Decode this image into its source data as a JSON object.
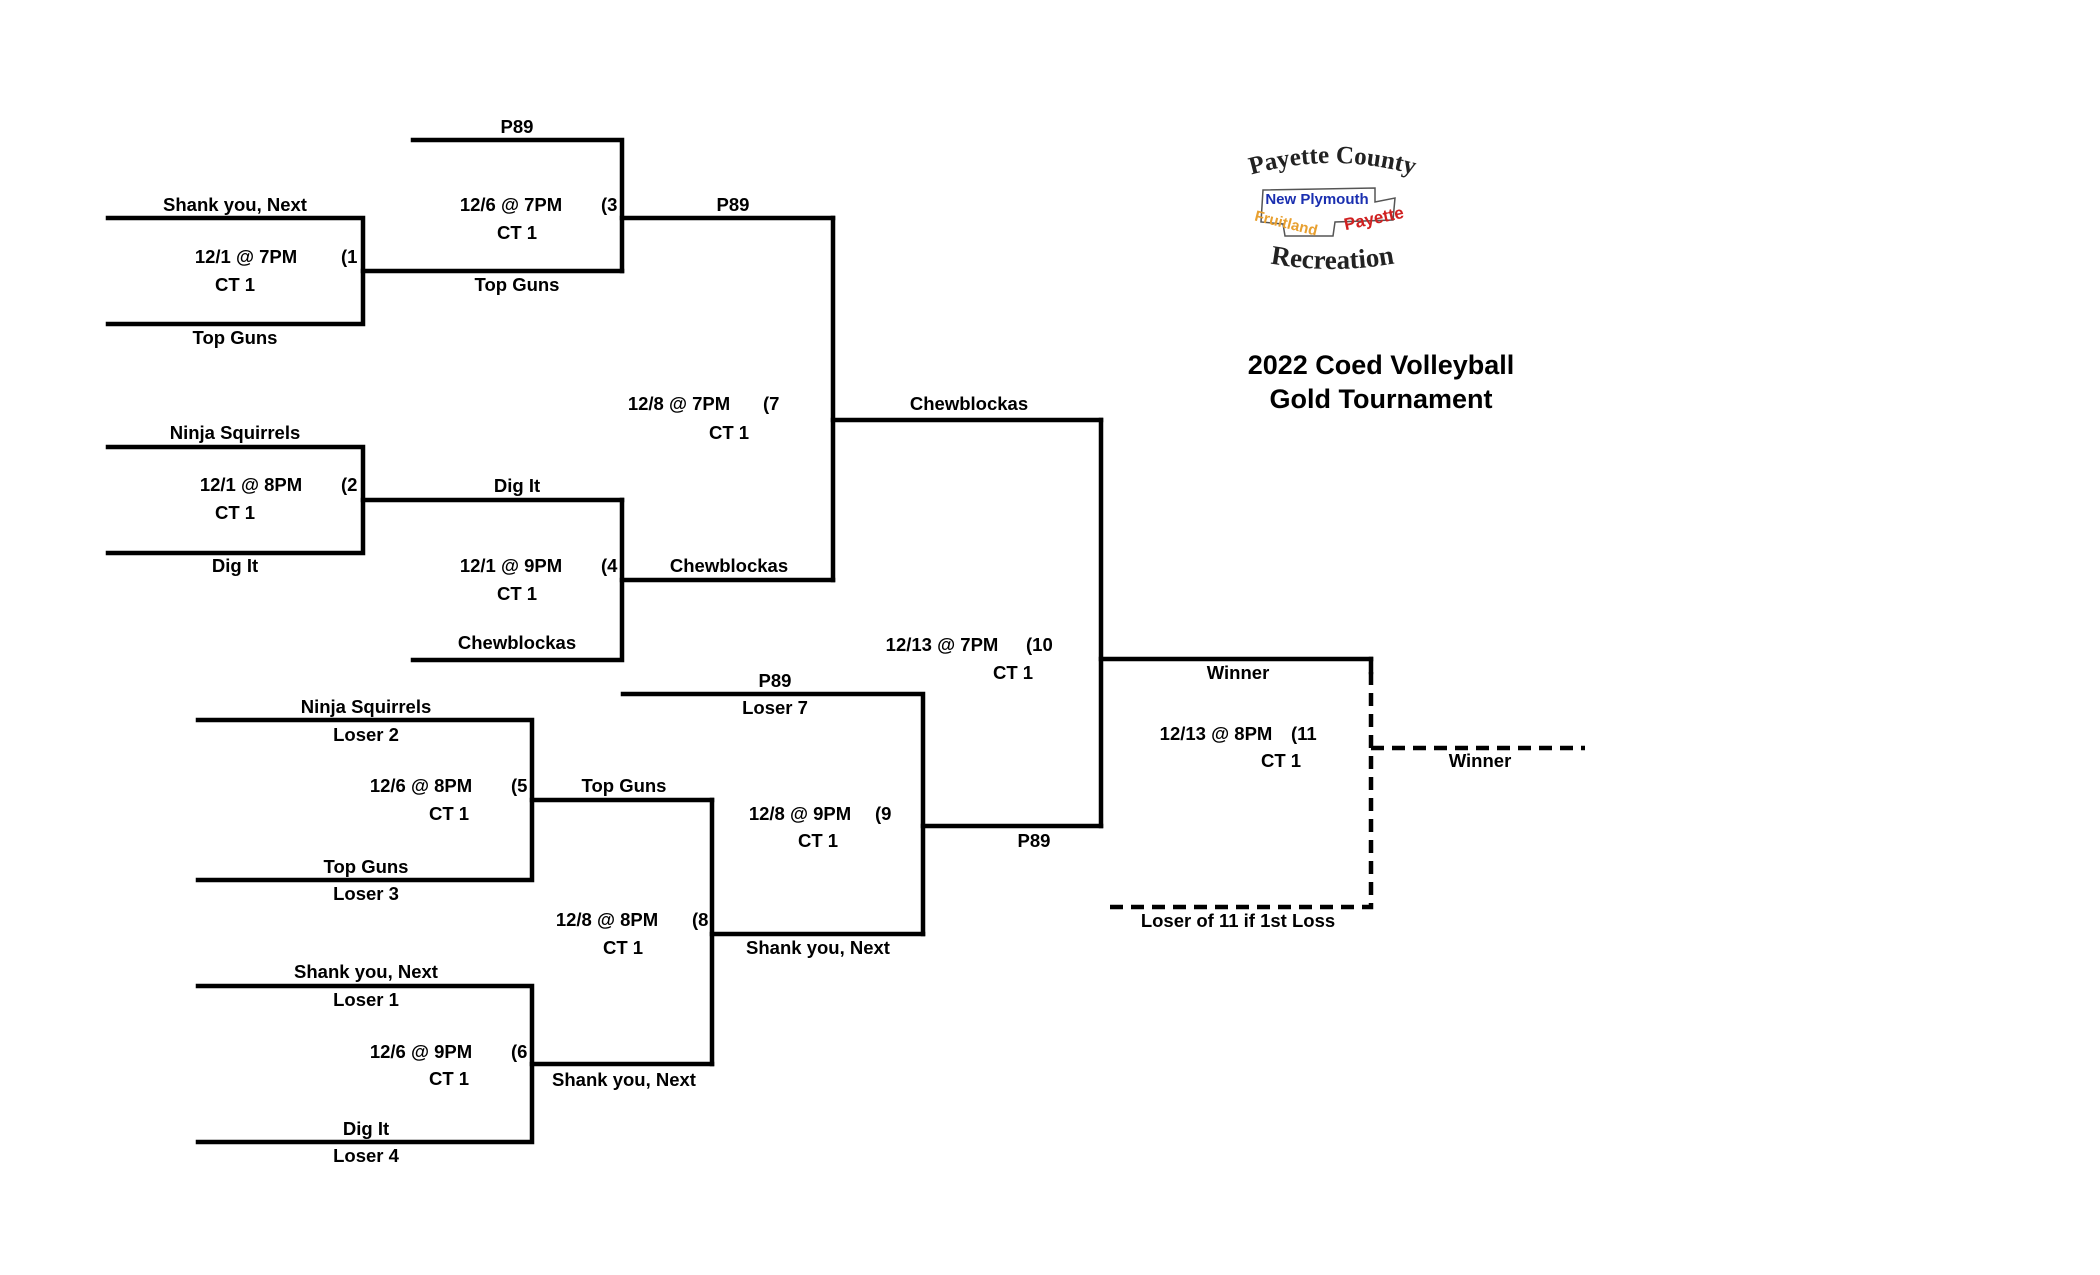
{
  "title": {
    "line1": "2022 Coed Volleyball",
    "line2": "Gold Tournament"
  },
  "logo": {
    "top": "Payette County",
    "town1": "New Plymouth",
    "town2": "Fruitland",
    "town3": "Payette",
    "bottom": "Recreation",
    "colors": {
      "blue": "#1a2fb0",
      "orange": "#e8a030",
      "red": "#d02020",
      "text": "#222222"
    }
  },
  "games": {
    "g1": {
      "time": "12/1 @ 7PM",
      "court": "CT 1",
      "num": "(1",
      "top": "Shank you, Next",
      "bottom": "Top Guns"
    },
    "g2": {
      "time": "12/1 @ 8PM",
      "court": "CT 1",
      "num": "(2",
      "top": "Ninja Squirrels",
      "bottom": "Dig It"
    },
    "g3": {
      "time": "12/6 @ 7PM",
      "court": "CT 1",
      "num": "(3",
      "top": "P89",
      "bottom": "Top Guns"
    },
    "g4": {
      "time": "12/1 @ 9PM",
      "court": "CT 1",
      "num": "(4",
      "top": "Dig It",
      "bottom": "Chewblockas"
    },
    "g5": {
      "time": "12/6 @ 8PM",
      "court": "CT 1",
      "num": "(5",
      "top": "Ninja Squirrels",
      "top_sub": "Loser 2",
      "bottom": "Top Guns",
      "bottom_sub": "Loser 3"
    },
    "g6": {
      "time": "12/6 @ 9PM",
      "court": "CT 1",
      "num": "(6",
      "top": "Shank you, Next",
      "top_sub": "Loser 1",
      "bottom": "Dig It",
      "bottom_sub": "Loser 4"
    },
    "g7": {
      "time": "12/8 @ 7PM",
      "court": "CT 1",
      "num": "(7",
      "top": "P89",
      "bottom": "Chewblockas"
    },
    "g8": {
      "time": "12/8 @ 8PM",
      "court": "CT 1",
      "num": "(8",
      "top": "Top Guns",
      "bottom": "Shank you, Next"
    },
    "g9": {
      "time": "12/8 @ 9PM",
      "court": "CT 1",
      "num": "(9",
      "top": "P89",
      "top_sub": "Loser 7",
      "bottom": "Shank you, Next"
    },
    "g10": {
      "time": "12/13 @ 7PM",
      "court": "CT 1",
      "num": "(10",
      "top": "Chewblockas",
      "bottom": "P89"
    },
    "g11": {
      "time": "12/13 @ 8PM",
      "court": "CT 1",
      "num": "(11",
      "top": "Winner",
      "bottom": "Loser of 11 if 1st Loss",
      "result": "Winner"
    }
  }
}
